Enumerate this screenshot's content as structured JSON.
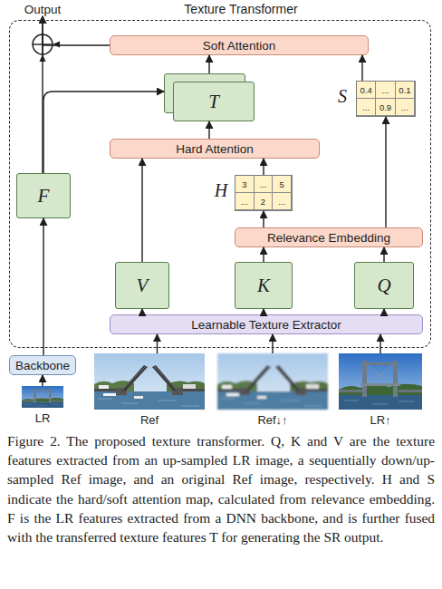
{
  "diagram": {
    "caption": "Figure 2. The proposed texture transformer. Q, K and V are the texture features extracted from an up-sampled LR image, a sequentially down/up-sampled Ref image, and an original Ref image, respectively. H and S indicate the hard/soft attention map, calculated from relevance embedding. F is the LR features extracted from a DNN backbone, and is further fused with the transferred texture features T for generating the SR output.",
    "nodes": [
      {
        "text": [
          "Output"
        ]
      },
      {
        "text": [
          "Texture Transformer"
        ]
      },
      {
        "text": [
          "Soft Attention"
        ],
        "in": 1
      },
      {
        "text": [
          "T"
        ],
        "in": 1
      },
      {
        "text": [
          "S",
          "0.4",
          "...",
          "0.1",
          "...",
          "0.9",
          "..."
        ],
        "in": 1
      },
      {
        "text": [
          "Hard Attention"
        ],
        "in": 1
      },
      {
        "text": [
          "F"
        ],
        "in": 1
      },
      {
        "text": [
          "H",
          "3",
          "...",
          "5",
          "...",
          "2",
          "..."
        ],
        "in": 1
      },
      {
        "text": [
          "Relevance Embedding"
        ],
        "in": 1
      },
      {
        "text": [
          "V"
        ],
        "in": 1
      },
      {
        "text": [
          "K"
        ],
        "in": 1
      },
      {
        "text": [
          "Q"
        ],
        "in": 1
      },
      {
        "text": [
          "Learnable Texture Extractor"
        ],
        "in": 1
      },
      {
        "text": [
          "Backbone"
        ]
      },
      {
        "text": [
          "LR"
        ]
      },
      {
        "text": [
          "Ref"
        ]
      },
      {
        "text": [
          "Ref↓↑"
        ]
      },
      {
        "text": [
          "LR↑"
        ]
      }
    ],
    "edges": [
      {
        "from": 6,
        "to": 0,
        "arrow": "to"
      },
      {
        "from": 2,
        "to": 0,
        "arrow": "to"
      },
      {
        "from": 13,
        "to": 6,
        "arrow": "to"
      },
      {
        "from": 14,
        "to": 13,
        "arrow": "to"
      },
      {
        "from": 15,
        "to": 12,
        "arrow": "to"
      },
      {
        "from": 16,
        "to": 12,
        "arrow": "to"
      },
      {
        "from": 17,
        "to": 12,
        "arrow": "to"
      },
      {
        "from": 12,
        "to": 9,
        "arrow": "to"
      },
      {
        "from": 12,
        "to": 10,
        "arrow": "to"
      },
      {
        "from": 12,
        "to": 11,
        "arrow": "to"
      },
      {
        "from": 9,
        "to": 5,
        "arrow": "to"
      },
      {
        "from": 10,
        "to": 8,
        "arrow": "to"
      },
      {
        "from": 11,
        "to": 8,
        "arrow": "to"
      },
      {
        "from": 8,
        "to": 7,
        "arrow": "to"
      },
      {
        "from": 8,
        "to": 4,
        "arrow": "to"
      },
      {
        "from": 7,
        "to": 5,
        "arrow": "to"
      },
      {
        "from": 5,
        "to": 3,
        "arrow": "to"
      },
      {
        "from": 4,
        "to": 2,
        "arrow": "to"
      },
      {
        "from": 3,
        "to": 2,
        "arrow": "to"
      },
      {
        "from": 6,
        "to": 3,
        "arrow": "to"
      }
    ]
  }
}
